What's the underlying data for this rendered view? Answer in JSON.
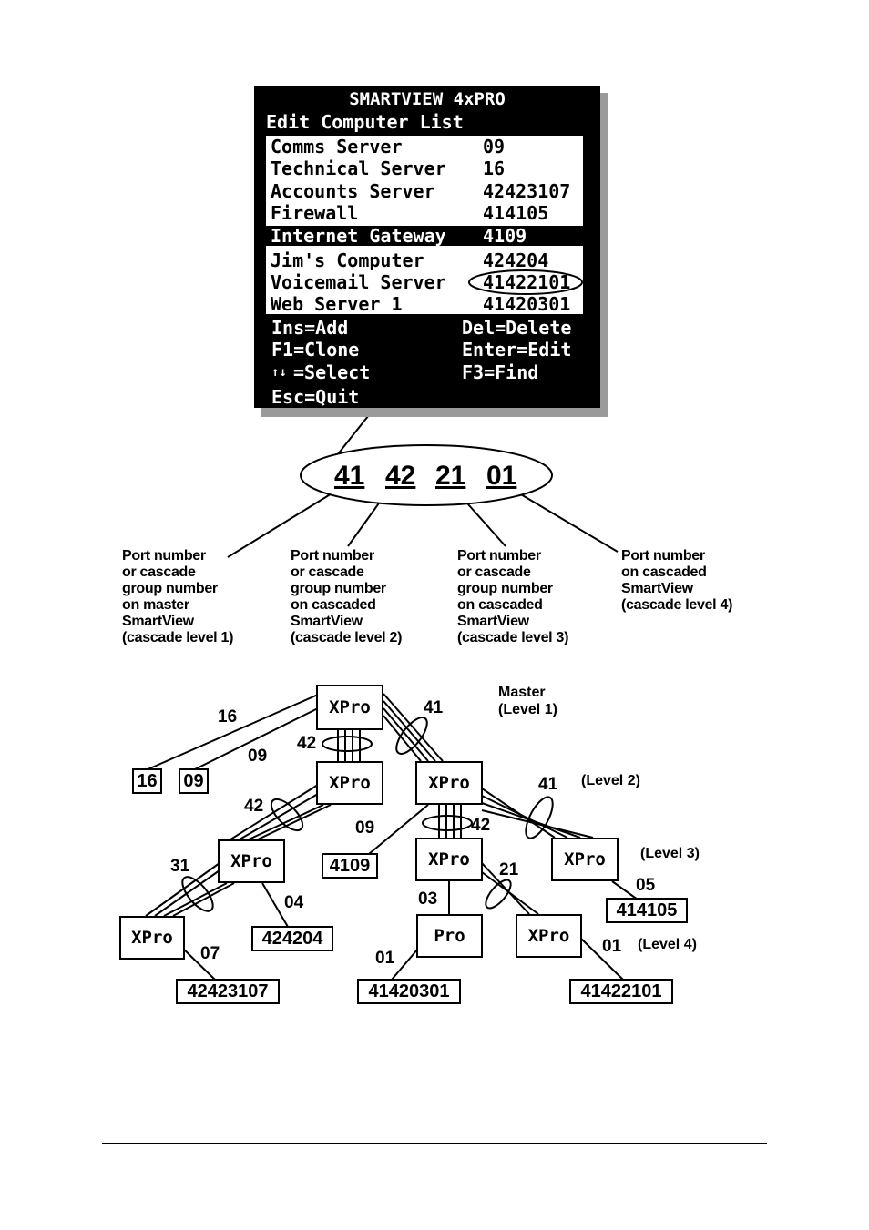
{
  "osd": {
    "title": "SMARTVIEW 4xPRO",
    "subtitle": "Edit Computer List",
    "rows": [
      {
        "name": "Comms Server",
        "number": "09",
        "selected": false
      },
      {
        "name": "Technical Server",
        "number": "16",
        "selected": false
      },
      {
        "name": "Accounts Server",
        "number": "42423107",
        "selected": false
      },
      {
        "name": "Firewall",
        "number": "414105",
        "selected": false
      },
      {
        "name": "Internet Gateway",
        "number": "4109",
        "selected": true
      },
      {
        "name": "Jim's Computer",
        "number": "424204",
        "selected": false
      },
      {
        "name": "Voicemail Server",
        "number": "41422101",
        "selected": false
      },
      {
        "name": "Web Server 1",
        "number": "41420301",
        "selected": false
      }
    ],
    "help": {
      "add": "Ins=Add",
      "delete": "Del=Delete",
      "clone": "F1=Clone",
      "edit": "Enter=Edit",
      "select_arrows": "↑↓",
      "select": "=Select",
      "find": "F3=Find",
      "quit": "Esc=Quit"
    }
  },
  "decode": {
    "segments": [
      "41",
      "42",
      "21",
      "01"
    ],
    "annotations": [
      [
        "Port number",
        "or cascade",
        "group number",
        "on master",
        "SmartView",
        "(cascade level 1)"
      ],
      [
        "Port number",
        "or cascade",
        "group number",
        "on cascaded",
        "SmartView",
        "(cascade level 2)"
      ],
      [
        "Port number",
        "or cascade",
        "group number",
        "on cascaded",
        "SmartView",
        "(cascade level 3)"
      ],
      [
        "Port number",
        "on cascaded",
        "SmartView",
        "(cascade level 4)"
      ]
    ]
  },
  "tree": {
    "levels": {
      "master": "Master",
      "level1": "(Level 1)",
      "level2": "(Level 2)",
      "level3": "(Level 3)",
      "level4": "(Level 4)"
    },
    "nodes": {
      "master": "XPro",
      "l2_left": "XPro",
      "l2_right": "XPro",
      "l3_left": "XPro",
      "l3_mid": "XPro",
      "l3_right": "XPro",
      "l4_far_left": "XPro",
      "l4_pro": "Pro",
      "l4_right": "XPro"
    },
    "ids": {
      "id16": "16",
      "id09": "09",
      "id4109": "4109",
      "id424204": "424204",
      "id414105": "414105",
      "id42423107": "42423107",
      "id41420301": "41420301",
      "id41422101": "41422101"
    },
    "ports": {
      "p16": "16",
      "p09a": "09",
      "p41a": "41",
      "p42a": "42",
      "p42b": "42",
      "p41b": "41",
      "p09b": "09",
      "p42c": "42",
      "p31": "31",
      "p04": "04",
      "p03": "03",
      "p21": "21",
      "p05": "05",
      "p07": "07",
      "p01a": "01",
      "p01b": "01"
    }
  }
}
